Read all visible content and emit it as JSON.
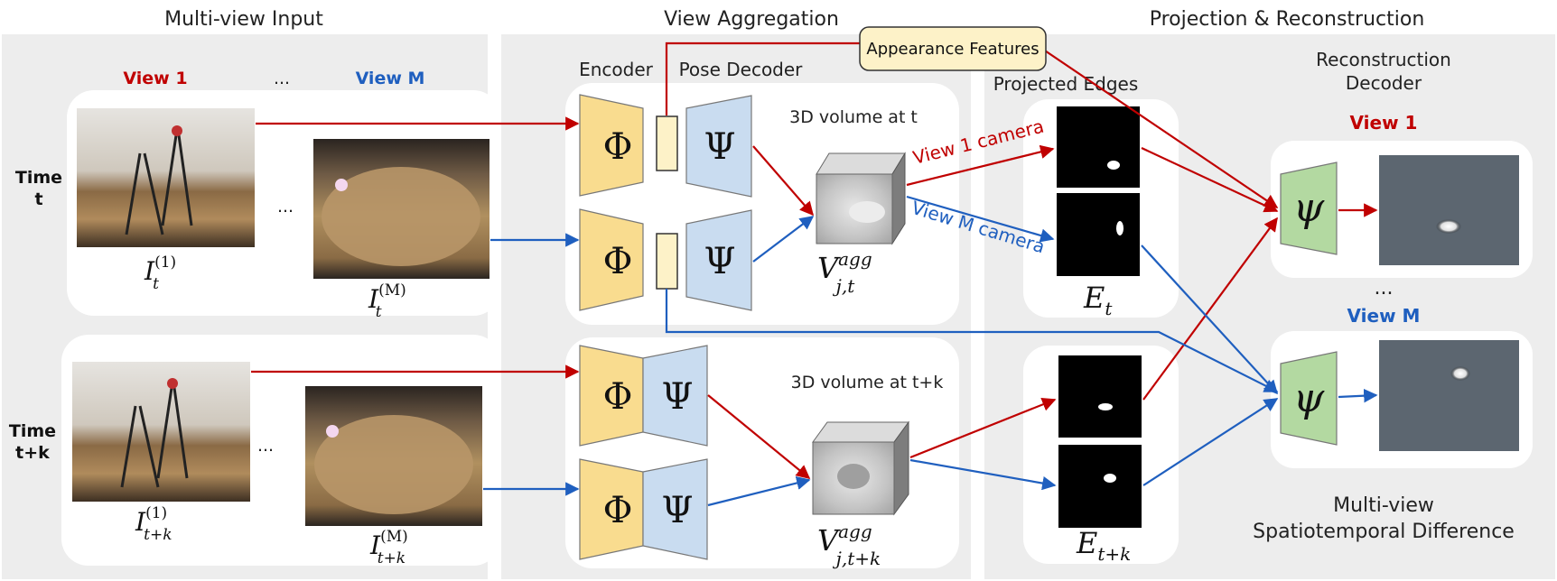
{
  "sections": {
    "input": "Multi-view Input",
    "aggregation": "View Aggregation",
    "projection": "Projection & Reconstruction"
  },
  "views": {
    "first": "View 1",
    "last": "View M",
    "ellipsis": "..."
  },
  "times": {
    "t_label": "Time",
    "t_value": "t",
    "tk_label": "Time",
    "tk_value": "t+k"
  },
  "math": {
    "I": "I",
    "t": "t",
    "tk": "t+k",
    "sup1": "(1)",
    "supM": "(M)",
    "Phi": "Φ",
    "Psi": "Ψ",
    "psi": "ψ",
    "V": "V",
    "agg": "agg",
    "jt": "j,t",
    "jtk": "j,t+k",
    "E": "E"
  },
  "labels": {
    "encoder": "Encoder",
    "pose_decoder": "Pose Decoder",
    "appearance": "Appearance Features",
    "volume_t": "3D volume at t",
    "volume_tk": "3D volume at t+k",
    "view1_camera": "View 1 camera",
    "viewM_camera": "View M camera",
    "projected_edges": "Projected Edges",
    "recon_decoder_1": "Reconstruction",
    "recon_decoder_2": "Decoder",
    "spatio_1": "Multi-view",
    "spatio_2": "Spatiotemporal Difference"
  },
  "colors": {
    "view1": "#c00000",
    "viewM": "#1f5fbf",
    "encoder": "#f9dc8f",
    "decoder": "#c9dcf0",
    "recon": "#b3d9a1",
    "feature": "#fdf2c8",
    "panel": "#ededed"
  }
}
